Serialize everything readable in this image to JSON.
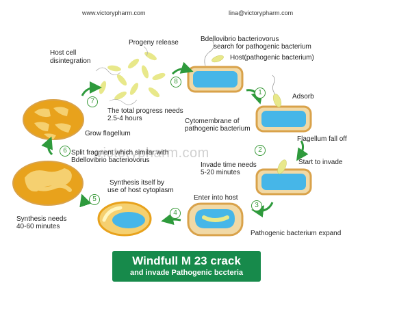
{
  "header": {
    "website": "www.victorypharm.com",
    "email": "lina@victorypharm.com"
  },
  "watermark": "victorypharm.com",
  "steps": [
    "1",
    "2",
    "3",
    "4",
    "5",
    "6",
    "7",
    "8"
  ],
  "labels": {
    "bdellovibrio_search_1": "Bdellovibrio bacteriovorus",
    "bdellovibrio_search_2": "search for pathogenic bacterium",
    "host_pathogenic": "Host(pathogenic bacterium)",
    "adsorb": "Adsorb",
    "cytomembrane_1": "Cytomembrane of",
    "cytomembrane_2": "pathogenic bacterium",
    "flagellum_fall_off": "Flagellum fall off",
    "start_to_invade": "Start to invade",
    "invade_time_1": "Invade time needs",
    "invade_time_2": "5-20 minutes",
    "pathogenic_expand": "Pathogenic bacterium expand",
    "enter_into_host": "Enter into host",
    "synthesis_itself_1": "Synthesis itself by",
    "synthesis_itself_2": "use of host cytoplasm",
    "synthesis_needs_1": "Synthesis needs",
    "synthesis_needs_2": "40-60 minutes",
    "split_fragment_1": "Split fragment which similar with",
    "split_fragment_2": "Bdellovibrio bacteriovorus",
    "grow_flagellum": "Grow flagellum",
    "host_cell_1": "Host cell",
    "host_cell_2": "disintegration",
    "progeny_release": "Progeny release",
    "total_progress_1": "The total progress needs",
    "total_progress_2": "2.5-4 hours"
  },
  "banner": {
    "line1": "Windfull M 23 crack",
    "line2": "and invade Pathogenic bccteria"
  },
  "colors": {
    "cell_wall": "#d9a24a",
    "cell_inner": "#46b6e8",
    "bdellovibrio": "#e8e88a",
    "infected_outer": "#e8a21c",
    "infected_inner": "#f5d070",
    "arrow": "#2e9a3c",
    "banner_bg": "#178a4b"
  }
}
